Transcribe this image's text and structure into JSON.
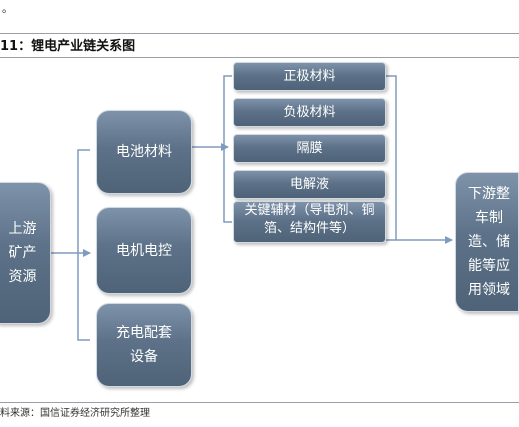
{
  "header": {
    "top_note": "。",
    "figure_caption": "11：锂电产业链关系图"
  },
  "diagram": {
    "upstream": "上游矿产资源",
    "middle": {
      "battery_materials": "电池材料",
      "motor_control": "电机电控",
      "charging_equipment": "充电配套设备"
    },
    "materials": {
      "cathode": "正极材料",
      "anode": "负极材料",
      "separator": "隔膜",
      "electrolyte": "电解液",
      "auxiliary": "关键辅材（导电剂、铜箔、结构件等）"
    },
    "downstream": "下游整车制造、储能等应用领域"
  },
  "footer": {
    "source": "料来源：国信证券经济研究所整理"
  },
  "colors": {
    "box_fill": "#5d7288",
    "connector": "#7f9bbf"
  }
}
